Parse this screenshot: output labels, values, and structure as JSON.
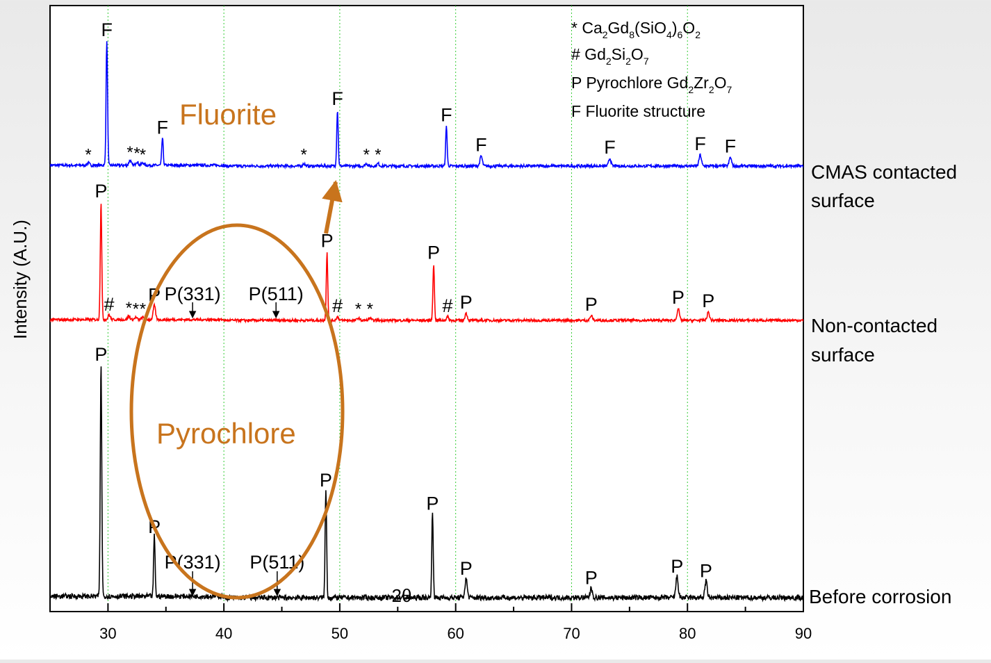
{
  "chart_data": {
    "type": "line",
    "xlabel": "2θ",
    "ylabel": "Intensity (A.U.)",
    "xlim": [
      25,
      90
    ],
    "x_ticks": [
      30,
      40,
      50,
      60,
      70,
      80,
      90
    ],
    "grid": "vertical dotted green lines at 30, 40, 50, 60, 70, 80",
    "legend": [
      {
        "symbol": "*",
        "label": "Ca2Gd8(SiO4)6O2"
      },
      {
        "symbol": "#",
        "label": "Gd2Si2O7"
      },
      {
        "symbol": "P",
        "label": "Pyrochlore Gd2Zr2O7"
      },
      {
        "symbol": "F",
        "label": "Fluorite structure"
      }
    ],
    "legend_placement": "top-right",
    "series": [
      {
        "name": "CMAS contacted surface",
        "color": "#0000ff",
        "baseline": 0,
        "peaks": [
          {
            "x": 29.9,
            "h": 100,
            "label": "F"
          },
          {
            "x": 34.7,
            "h": 22,
            "label": "F"
          },
          {
            "x": 49.8,
            "h": 45,
            "label": "F"
          },
          {
            "x": 59.2,
            "h": 32,
            "label": "F"
          },
          {
            "x": 62.2,
            "h": 8,
            "label": "F"
          },
          {
            "x": 73.3,
            "h": 6,
            "label": "F"
          },
          {
            "x": 81.1,
            "h": 9,
            "label": "F"
          },
          {
            "x": 83.7,
            "h": 7,
            "label": "F"
          },
          {
            "x": 28.3,
            "h": 2,
            "label": "*"
          },
          {
            "x": 31.9,
            "h": 4,
            "label": "*"
          },
          {
            "x": 32.5,
            "h": 3,
            "label": "*"
          },
          {
            "x": 33.0,
            "h": 2,
            "label": "*"
          },
          {
            "x": 46.9,
            "h": 2,
            "label": "*"
          },
          {
            "x": 52.3,
            "h": 2,
            "label": "*"
          },
          {
            "x": 53.3,
            "h": 2,
            "label": "*"
          }
        ]
      },
      {
        "name": "Non-contacted surface",
        "color": "#ff0000",
        "baseline": 0,
        "peaks": [
          {
            "x": 29.4,
            "h": 100,
            "label": "P"
          },
          {
            "x": 34.0,
            "h": 12,
            "label": "P"
          },
          {
            "x": 48.9,
            "h": 58,
            "label": "P"
          },
          {
            "x": 58.1,
            "h": 48,
            "label": "P"
          },
          {
            "x": 60.9,
            "h": 6,
            "label": "P"
          },
          {
            "x": 71.7,
            "h": 4,
            "label": "P"
          },
          {
            "x": 79.2,
            "h": 10,
            "label": "P"
          },
          {
            "x": 81.8,
            "h": 7,
            "label": "P"
          },
          {
            "x": 37.3,
            "h": 0,
            "label": "P(331)"
          },
          {
            "x": 44.5,
            "h": 0,
            "label": "P(511)"
          },
          {
            "x": 30.1,
            "h": 4,
            "label": "#"
          },
          {
            "x": 49.8,
            "h": 3,
            "label": "#"
          },
          {
            "x": 59.3,
            "h": 3,
            "label": "#"
          },
          {
            "x": 31.8,
            "h": 3,
            "label": "*"
          },
          {
            "x": 32.4,
            "h": 2,
            "label": "*"
          },
          {
            "x": 33.0,
            "h": 2,
            "label": "*"
          },
          {
            "x": 51.6,
            "h": 2,
            "label": "*"
          },
          {
            "x": 52.6,
            "h": 2,
            "label": "*"
          }
        ]
      },
      {
        "name": "Before corrosion",
        "color": "#000000",
        "baseline": 0,
        "peaks": [
          {
            "x": 29.4,
            "h": 100,
            "label": "P"
          },
          {
            "x": 34.0,
            "h": 26,
            "label": "P"
          },
          {
            "x": 48.8,
            "h": 46,
            "label": "P"
          },
          {
            "x": 58.0,
            "h": 36,
            "label": "P"
          },
          {
            "x": 60.9,
            "h": 8,
            "label": "P"
          },
          {
            "x": 71.7,
            "h": 4,
            "label": "P"
          },
          {
            "x": 79.1,
            "h": 9,
            "label": "P"
          },
          {
            "x": 81.6,
            "h": 7,
            "label": "P"
          },
          {
            "x": 37.3,
            "h": 0,
            "label": "P(331)"
          },
          {
            "x": 44.6,
            "h": 0,
            "label": "P(511)"
          }
        ]
      }
    ],
    "annotations": [
      "Fluorite",
      "Pyrochlore"
    ],
    "accent_color": "#c8741d"
  }
}
